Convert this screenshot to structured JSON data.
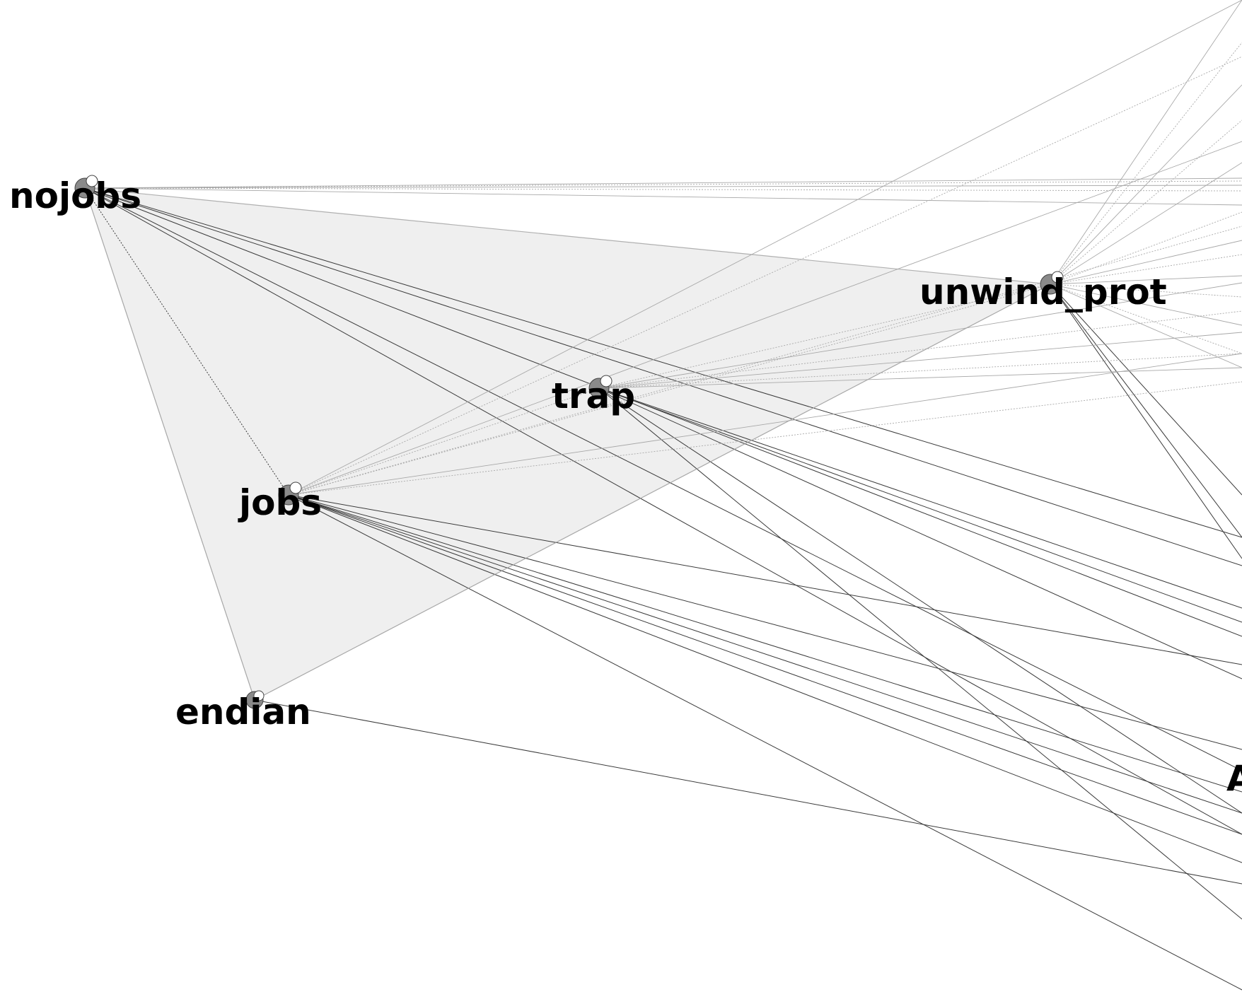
{
  "diagram": {
    "type": "dependency-graph",
    "nodes": [
      {
        "id": "nojobs",
        "label": "nojobs"
      },
      {
        "id": "unwind_prot",
        "label": "unwind_prot"
      },
      {
        "id": "trap",
        "label": "trap"
      },
      {
        "id": "jobs",
        "label": "jobs"
      },
      {
        "id": "endian",
        "label": "endian"
      },
      {
        "id": "offscreen",
        "label": "A"
      }
    ],
    "cluster": {
      "members": [
        "nojobs",
        "unwind_prot",
        "endian"
      ],
      "fill": "#efefef",
      "stroke": "#b0b0b0"
    },
    "colors": {
      "node_fill": "#8a8a8a",
      "node_stroke": "#444444",
      "edge_dark": "#3a3a3a",
      "edge_light": "#a8a8a8",
      "label": "#000000"
    }
  }
}
